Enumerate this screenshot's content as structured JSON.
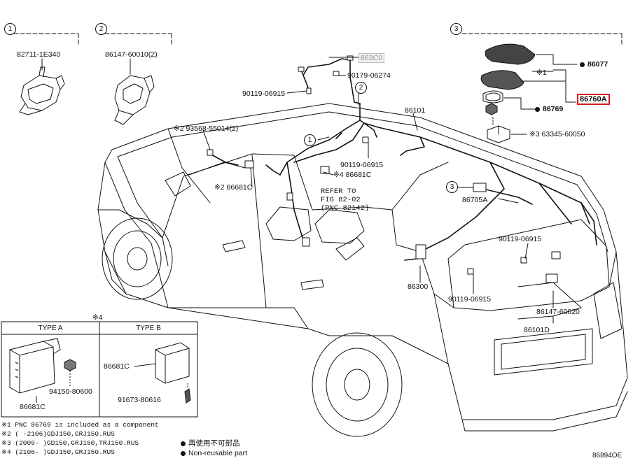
{
  "section_markers": [
    "1",
    "2",
    "3"
  ],
  "parts": {
    "p82711": "82711-1E340",
    "p86147_top": "86147-60010(2)",
    "p863C0": "863C0",
    "p90179": "90179-06274",
    "p90119_a": "90119-06915",
    "p86101": "86101",
    "p93568": "※2 93568-55014(2)",
    "p90119_b": "90119-06915",
    "p86681C_mid": "※4 86681C",
    "p86681C_left": "※2 86681C",
    "p86077": "86077",
    "p86760A": "86760A",
    "p86769": "86769",
    "p63345": "※3 63345-60050",
    "p86705A": "86705A",
    "p90119_c": "90119-06915",
    "p86300": "86300",
    "p90119_d": "90119-06915",
    "p86147_bot": "86147-60020",
    "p86101D": "86101D",
    "x1_marker": "※1"
  },
  "refer_note": "REFER TO\nFIG 82-02\n(PNC 82142)",
  "inset": {
    "marker": "※4",
    "type_a": "TYPE A",
    "type_b": "TYPE B",
    "a_part_main": "86681C",
    "a_part_nut": "94150-80600",
    "b_part_main": "86681C",
    "b_part_bolt": "91673-80616"
  },
  "notes": [
    "※1 PNC 86769 is included as a component",
    "※2 (      -2106)GDJ150,GRJ150.RUS",
    "※3 (2009-      )GD150,GRJ150,TRJ150.RUS",
    "※4 (2106-      )GDJ150,GRJ150.RUS"
  ],
  "legend": {
    "jp": "再使用不可部品",
    "en": "Non-reusable part"
  },
  "figure_id": "86894OE"
}
